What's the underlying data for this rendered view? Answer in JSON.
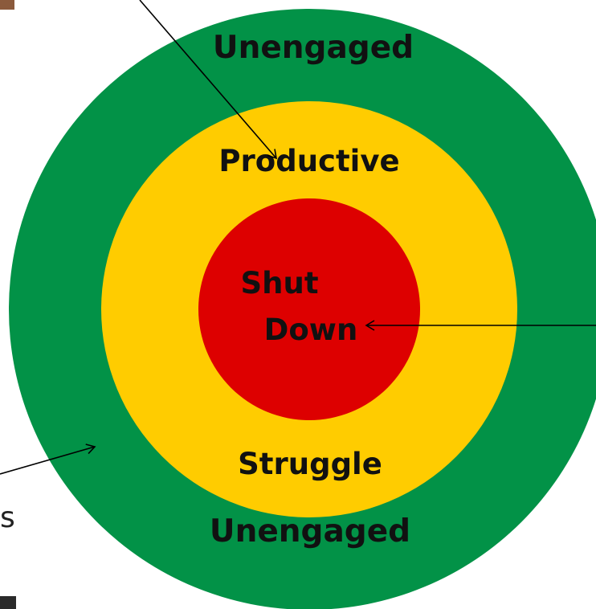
{
  "diagram": {
    "rings": [
      {
        "name": "outer",
        "color": "#029247",
        "label_top": "Unengaged",
        "label_bottom": "Unengaged"
      },
      {
        "name": "middle",
        "color": "#FFCC00",
        "label_top": "Productive",
        "label_bottom": "Struggle"
      },
      {
        "name": "inner",
        "color": "#DD0000",
        "label_line1": "Shut",
        "label_line2": "Down"
      }
    ],
    "edge_fragment_left": "s",
    "photo_corner_top_color": "#8B5A3C",
    "photo_corner_bottom_color": "#2a2a2a"
  }
}
